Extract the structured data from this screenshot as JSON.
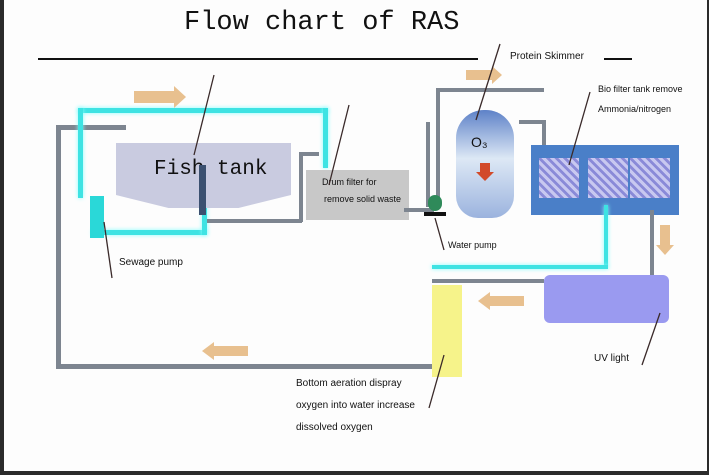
{
  "title": "Flow chart of RAS",
  "labels": {
    "fish_tank": "Fish tank",
    "protein_skimmer": "Protein Skimmer",
    "bio_filter_line1": "Bio filter tank remove",
    "bio_filter_line2": "Ammonia/nitrogen",
    "drum_filter_line1": "Drum filter for",
    "drum_filter_line2": "remove solid waste",
    "water_pump": "Water pump",
    "sewage_pump": "Sewage pump",
    "uv_light": "UV light",
    "aeration_line1": "Bottom aeration dispray",
    "aeration_line2": "oxygen into water increase",
    "aeration_line3": "dissolved oxygen",
    "ozone": "O₃"
  },
  "colors": {
    "clean_pipe": "#3ee3e3",
    "pipe": "#7d8590",
    "fish_tank": "#c9cbe0",
    "drum_filter": "#c8c8c8",
    "bio_filter": "#4a7fc8",
    "uv_light": "#9a9af0",
    "aeration": "#f6f38a",
    "flow_arrow": "#e8c08f"
  }
}
